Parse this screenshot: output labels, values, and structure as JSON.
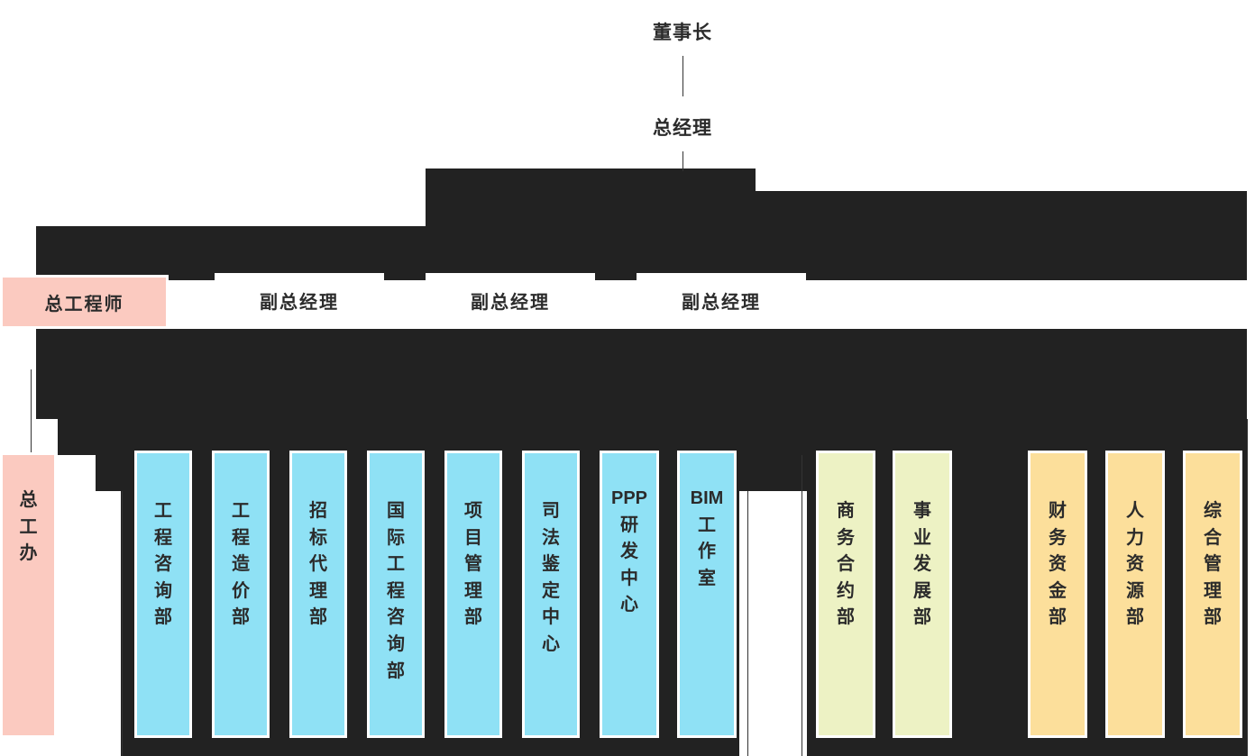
{
  "chart_title": "",
  "palette": {
    "background": "#ffffff",
    "overlay_dark": "#222222",
    "line": "#333333",
    "text": "#2b2b2b",
    "pink": "#FBCAC0",
    "white": "#ffffff",
    "blue": "#8FE1F5",
    "green": "#EDF2C4",
    "orange": "#FCDF9B"
  },
  "top_nodes": [
    {
      "id": "chairman",
      "label": "董事长"
    },
    {
      "id": "general-manager",
      "label": "总经理"
    }
  ],
  "level2": [
    {
      "id": "chief-engineer",
      "label": "总工程师",
      "color": "#FBCAC0"
    },
    {
      "id": "deputy-gm-1",
      "label": "副总经理",
      "color": "#ffffff"
    },
    {
      "id": "deputy-gm-2",
      "label": "副总经理",
      "color": "#ffffff"
    },
    {
      "id": "deputy-gm-3",
      "label": "副总经理",
      "color": "#ffffff"
    }
  ],
  "departments": [
    {
      "id": "chief-engineer-office",
      "label": "总工办",
      "color": "#FBCAC0",
      "group": "pink"
    },
    {
      "id": "engineering-consulting",
      "label": "工程咨询部",
      "color": "#8FE1F5",
      "group": "blue"
    },
    {
      "id": "engineering-cost",
      "label": "工程造价部",
      "color": "#8FE1F5",
      "group": "blue"
    },
    {
      "id": "bidding-agency",
      "label": "招标代理部",
      "color": "#8FE1F5",
      "group": "blue"
    },
    {
      "id": "international-engineering-consulting",
      "label": "国际工程咨询部",
      "color": "#8FE1F5",
      "group": "blue"
    },
    {
      "id": "project-management",
      "label": "项目管理部",
      "color": "#8FE1F5",
      "group": "blue"
    },
    {
      "id": "judicial-appraisal-center",
      "label": "司法鉴定中心",
      "color": "#8FE1F5",
      "group": "blue"
    },
    {
      "id": "ppp-rd-center",
      "label": "PPP研发中心",
      "latin": "PPP",
      "cjk": "研发中心",
      "color": "#8FE1F5",
      "group": "blue"
    },
    {
      "id": "bim-studio",
      "label": "BIM工作室",
      "latin": "BIM",
      "cjk": "工作室",
      "color": "#8FE1F5",
      "group": "blue"
    },
    {
      "id": "blank-node",
      "label": "",
      "color": "#ffffff",
      "group": "white"
    },
    {
      "id": "business-contract",
      "label": "商务合约部",
      "color": "#EDF2C4",
      "group": "green"
    },
    {
      "id": "business-development",
      "label": "事业发展部",
      "color": "#EDF2C4",
      "group": "green"
    },
    {
      "id": "finance-funds",
      "label": "财务资金部",
      "color": "#FCDF9B",
      "group": "orange"
    },
    {
      "id": "human-resources",
      "label": "人力资源部",
      "color": "#FCDF9B",
      "group": "orange"
    },
    {
      "id": "general-management",
      "label": "综合管理部",
      "color": "#FCDF9B",
      "group": "orange"
    }
  ]
}
